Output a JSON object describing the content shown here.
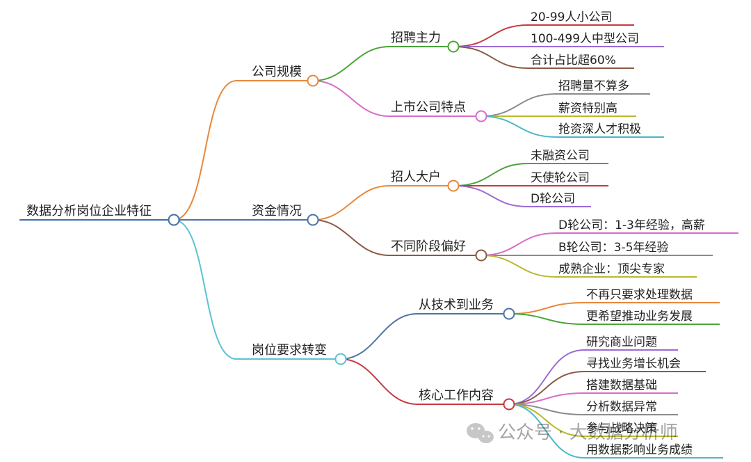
{
  "colors": {
    "root_line": "#3F6FA8",
    "company_size": "#E8883A",
    "funding": "#4C73A5",
    "role_change": "#5BC3D2",
    "recruit_main": "#4CA43A",
    "listed": "#D86CC9",
    "big_recruiter": "#E8883A",
    "stage_pref": "#8A5A45",
    "tech_to_biz": "#4C73A5",
    "core_work": "#C6383F"
  },
  "root": {
    "label": "数据分析岗位企业特征"
  },
  "branches": {
    "company_size": {
      "label": "公司规模",
      "children": {
        "recruit_main": {
          "label": "招聘主力",
          "leaves": [
            "20-99人小公司",
            "100-499人中型公司",
            "合计占比超60%"
          ]
        },
        "listed": {
          "label": "上市公司特点",
          "leaves": [
            "招聘量不算多",
            "薪资特别高",
            "抢资深人才积极"
          ]
        }
      }
    },
    "funding": {
      "label": "资金情况",
      "children": {
        "big_recruiter": {
          "label": "招人大户",
          "leaves": [
            "未融资公司",
            "天使轮公司",
            "D轮公司"
          ]
        },
        "stage_pref": {
          "label": "不同阶段偏好",
          "leaves": [
            "D轮公司：1-3年经验，高薪",
            "B轮公司：3-5年经验",
            "成熟企业：顶尖专家"
          ]
        }
      }
    },
    "role_change": {
      "label": "岗位要求转变",
      "children": {
        "tech_to_biz": {
          "label": "从技术到业务",
          "leaves": [
            "不再只要求处理数据",
            "更希望推动业务发展"
          ]
        },
        "core_work": {
          "label": "核心工作内容",
          "leaves": [
            "研究商业问题",
            "寻找业务增长机会",
            "搭建数据基础",
            "分析数据异常",
            "参与战略决策",
            "用数据影响业务成绩"
          ]
        }
      }
    }
  },
  "watermark": {
    "icon": "wechat-icon",
    "text": "公众号 · 大数据分析师"
  }
}
